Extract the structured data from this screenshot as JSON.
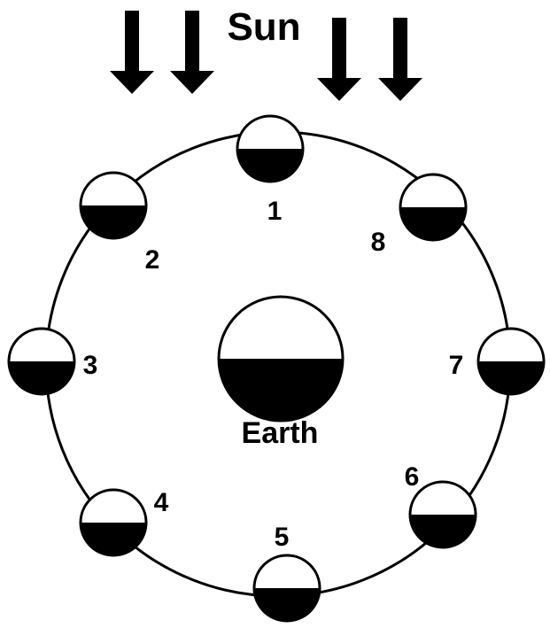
{
  "title": "Sun",
  "center_label": "Earth",
  "arrow_count": 4,
  "colors": {
    "stroke": "#000000",
    "fill_dark": "#000000",
    "fill_light": "#ffffff",
    "background": "#ffffff"
  },
  "moons": [
    {
      "label": "1"
    },
    {
      "label": "2"
    },
    {
      "label": "3"
    },
    {
      "label": "4"
    },
    {
      "label": "5"
    },
    {
      "label": "6"
    },
    {
      "label": "7"
    },
    {
      "label": "8"
    }
  ]
}
